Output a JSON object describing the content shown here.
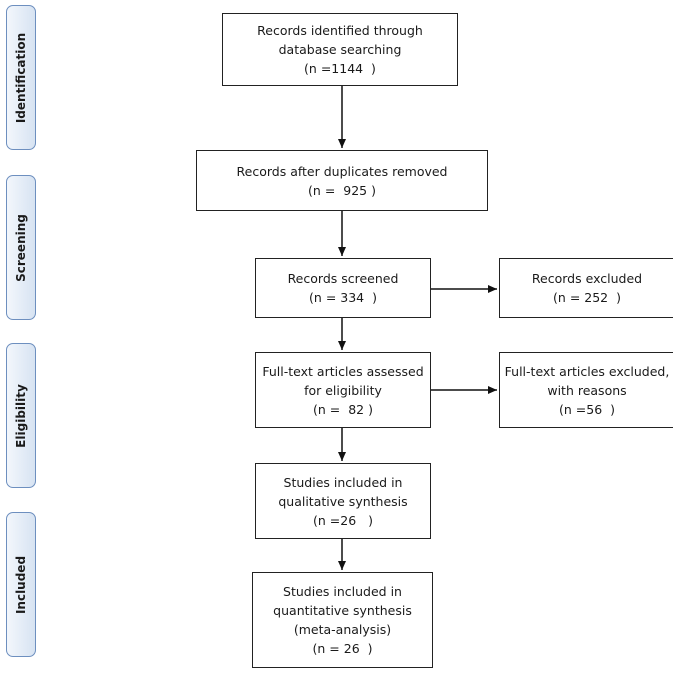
{
  "stages": {
    "identification": "Identification",
    "screening": "Screening",
    "eligibility": "Eligibility",
    "included": "Included"
  },
  "boxes": {
    "identified": {
      "line1": "Records identified through",
      "line2": "database searching",
      "count": "(n =1144  )"
    },
    "after_duplicates": {
      "line1": "Records after duplicates removed",
      "count": "(n =  925 )"
    },
    "screened": {
      "line1": "Records screened",
      "count": "(n = 334  )"
    },
    "excluded": {
      "line1": "Records excluded",
      "count": "(n = 252  )"
    },
    "fulltext_assessed": {
      "line1": "Full-text articles assessed",
      "line2": "for eligibility",
      "count": "(n =  82 )"
    },
    "fulltext_excluded": {
      "line1": "Full-text articles excluded,",
      "line2": "with reasons",
      "count": "(n =56  )"
    },
    "qualitative": {
      "line1": "Studies included in",
      "line2": "qualitative synthesis",
      "count": "(n =26   )"
    },
    "quantitative": {
      "line1": "Studies included in",
      "line2": "quantitative synthesis",
      "line3": "(meta-analysis)",
      "count": "(n = 26  )"
    }
  }
}
